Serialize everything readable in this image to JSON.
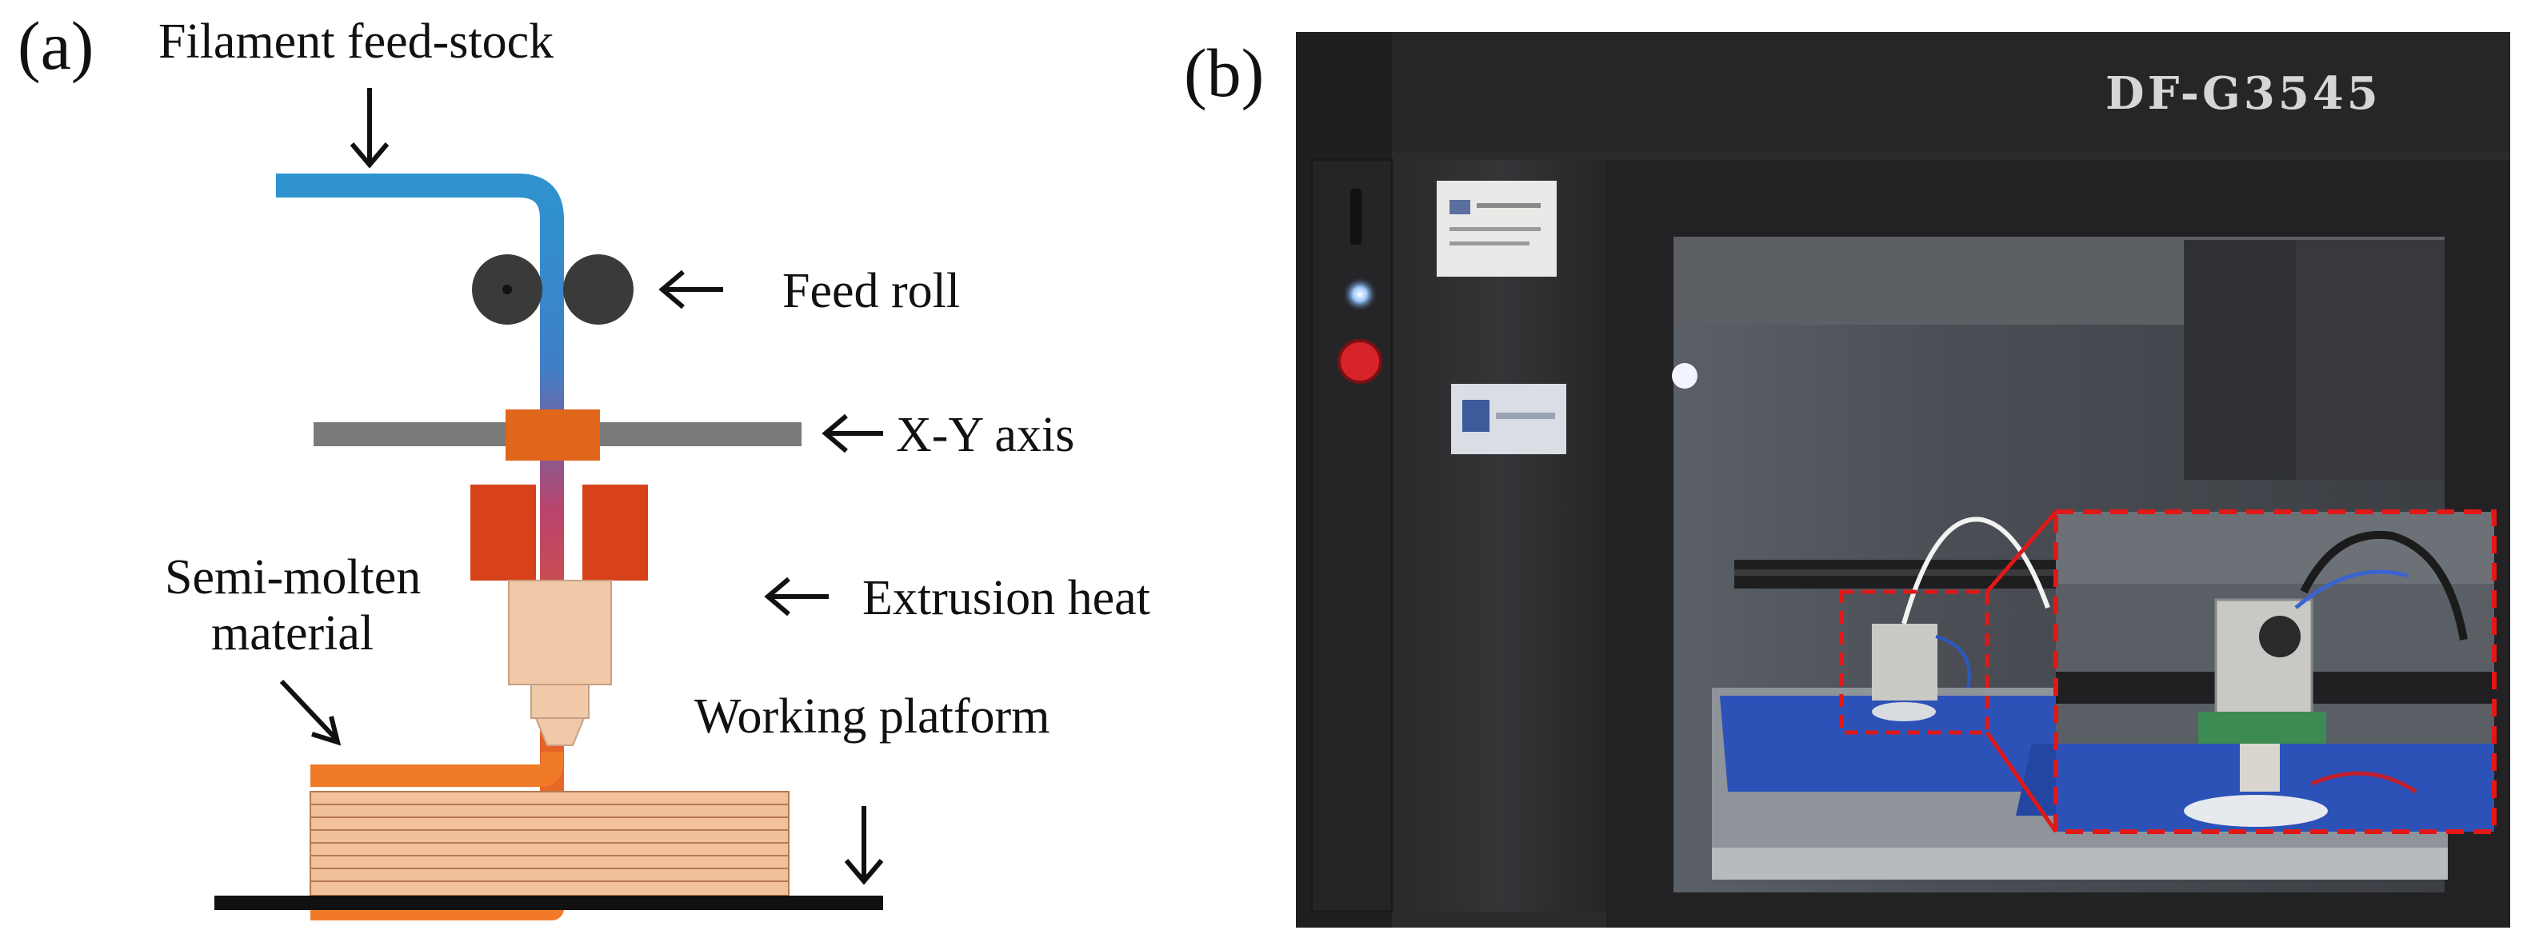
{
  "panel_a": {
    "label": "(a)",
    "labels": {
      "filament": "Filament feed-stock",
      "feed_roll": "Feed roll",
      "xy_axis": "X-Y axis",
      "extrusion": "Extrusion heat",
      "semi_molten_1": "Semi-molten",
      "semi_molten_2": "material",
      "platform": "Working platform"
    },
    "colors": {
      "filament_top": "#2e93cf",
      "filament_bottom": "#f07a28",
      "roller": "#3a3a3a",
      "axis_bar": "#7a7a7a",
      "carriage": "#e0661c",
      "heater": "#d8421a",
      "nozzle": "#f0c9a8",
      "layers": "#f2c09a",
      "platform": "#111111"
    }
  },
  "panel_b": {
    "label": "(b)",
    "brand": "DF-G3545",
    "colors": {
      "cabinet": "#2b2b2d",
      "chamber": "#4a4d52",
      "bed_blue": "#2c52b8",
      "zoom_box": "#e01818",
      "button_red": "#d8232a",
      "led_blue": "#7fb8ff"
    }
  }
}
